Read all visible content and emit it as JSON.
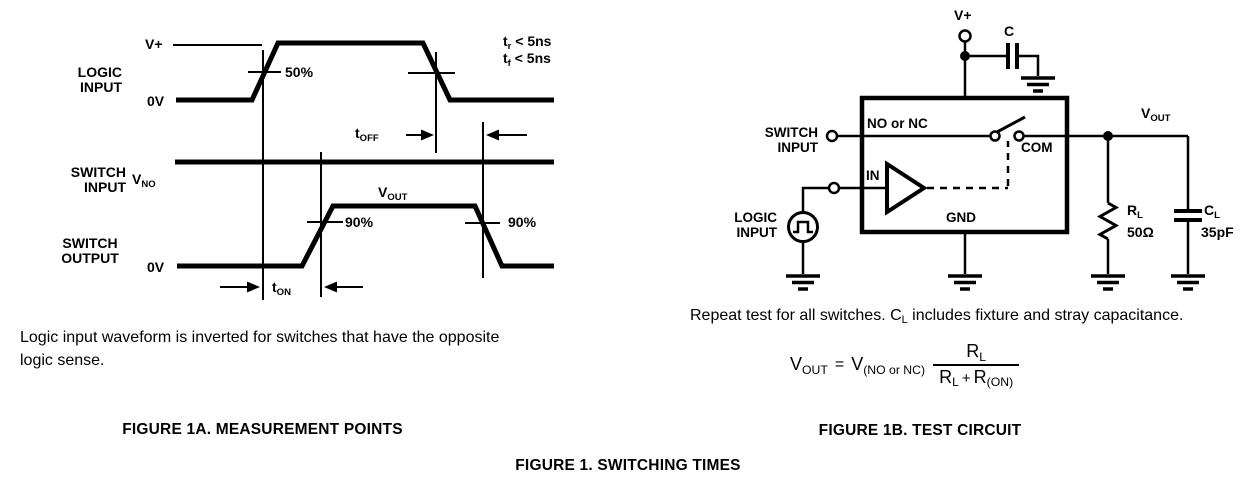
{
  "colors": {
    "ink": "#000000",
    "background": "#ffffff"
  },
  "timing_diagram": {
    "logic_input_label": {
      "line1": "LOGIC",
      "line2": "INPUT"
    },
    "v_plus": "V+",
    "zero_v_top": "0V",
    "fifty_percent": "50%",
    "rise_spec": {
      "base": "t",
      "sub": "r",
      "rest": " < 5ns"
    },
    "fall_spec": {
      "base": "t",
      "sub": "f",
      "rest": " < 5ns"
    },
    "t_off": {
      "base": "t",
      "sub": "OFF"
    },
    "switch_input_label": {
      "line1": "SWITCH",
      "line2": "INPUT"
    },
    "v_no": {
      "base": "V",
      "sub": "NO"
    },
    "v_out": {
      "base": "V",
      "sub": "OUT"
    },
    "ninety_percent_rise": "90%",
    "ninety_percent_fall": "90%",
    "switch_output_label": {
      "line1": "SWITCH",
      "line2": "OUTPUT"
    },
    "zero_v_bottom": "0V",
    "t_on": {
      "base": "t",
      "sub": "ON"
    },
    "note": "Logic input waveform is inverted for switches that have the opposite logic sense.",
    "caption": "FIGURE 1A.  MEASUREMENT POINTS"
  },
  "test_circuit": {
    "v_plus": "V+",
    "bypass_cap": "C",
    "switch_input_label": {
      "line1": "SWITCH",
      "line2": "INPUT"
    },
    "no_or_nc": "NO or NC",
    "com": "COM",
    "in_pin": "IN",
    "gnd_pin": "GND",
    "logic_input_label": {
      "line1": "LOGIC",
      "line2": "INPUT"
    },
    "v_out": {
      "base": "V",
      "sub": "OUT"
    },
    "r_load": {
      "base": "R",
      "sub": "L",
      "value": "50Ω"
    },
    "c_load": {
      "base": "C",
      "sub": "L",
      "value": "35pF"
    },
    "note": {
      "pre": "Repeat test for all switches. C",
      "sub": "L",
      "post": " includes fixture and stray capacitance."
    },
    "formula": {
      "lhs_base": "V",
      "lhs_sub": "OUT",
      "equals": "=",
      "rhs_base": "V",
      "rhs_sub": "(NO or NC)",
      "num_base": "R",
      "num_sub": "L",
      "den_first_base": "R",
      "den_first_sub": "L",
      "den_plus": "+",
      "den_second_base": "R",
      "den_second_sub": "(ON)"
    },
    "caption": "FIGURE 1B.  TEST CIRCUIT"
  },
  "main_caption": "FIGURE 1.  SWITCHING TIMES"
}
